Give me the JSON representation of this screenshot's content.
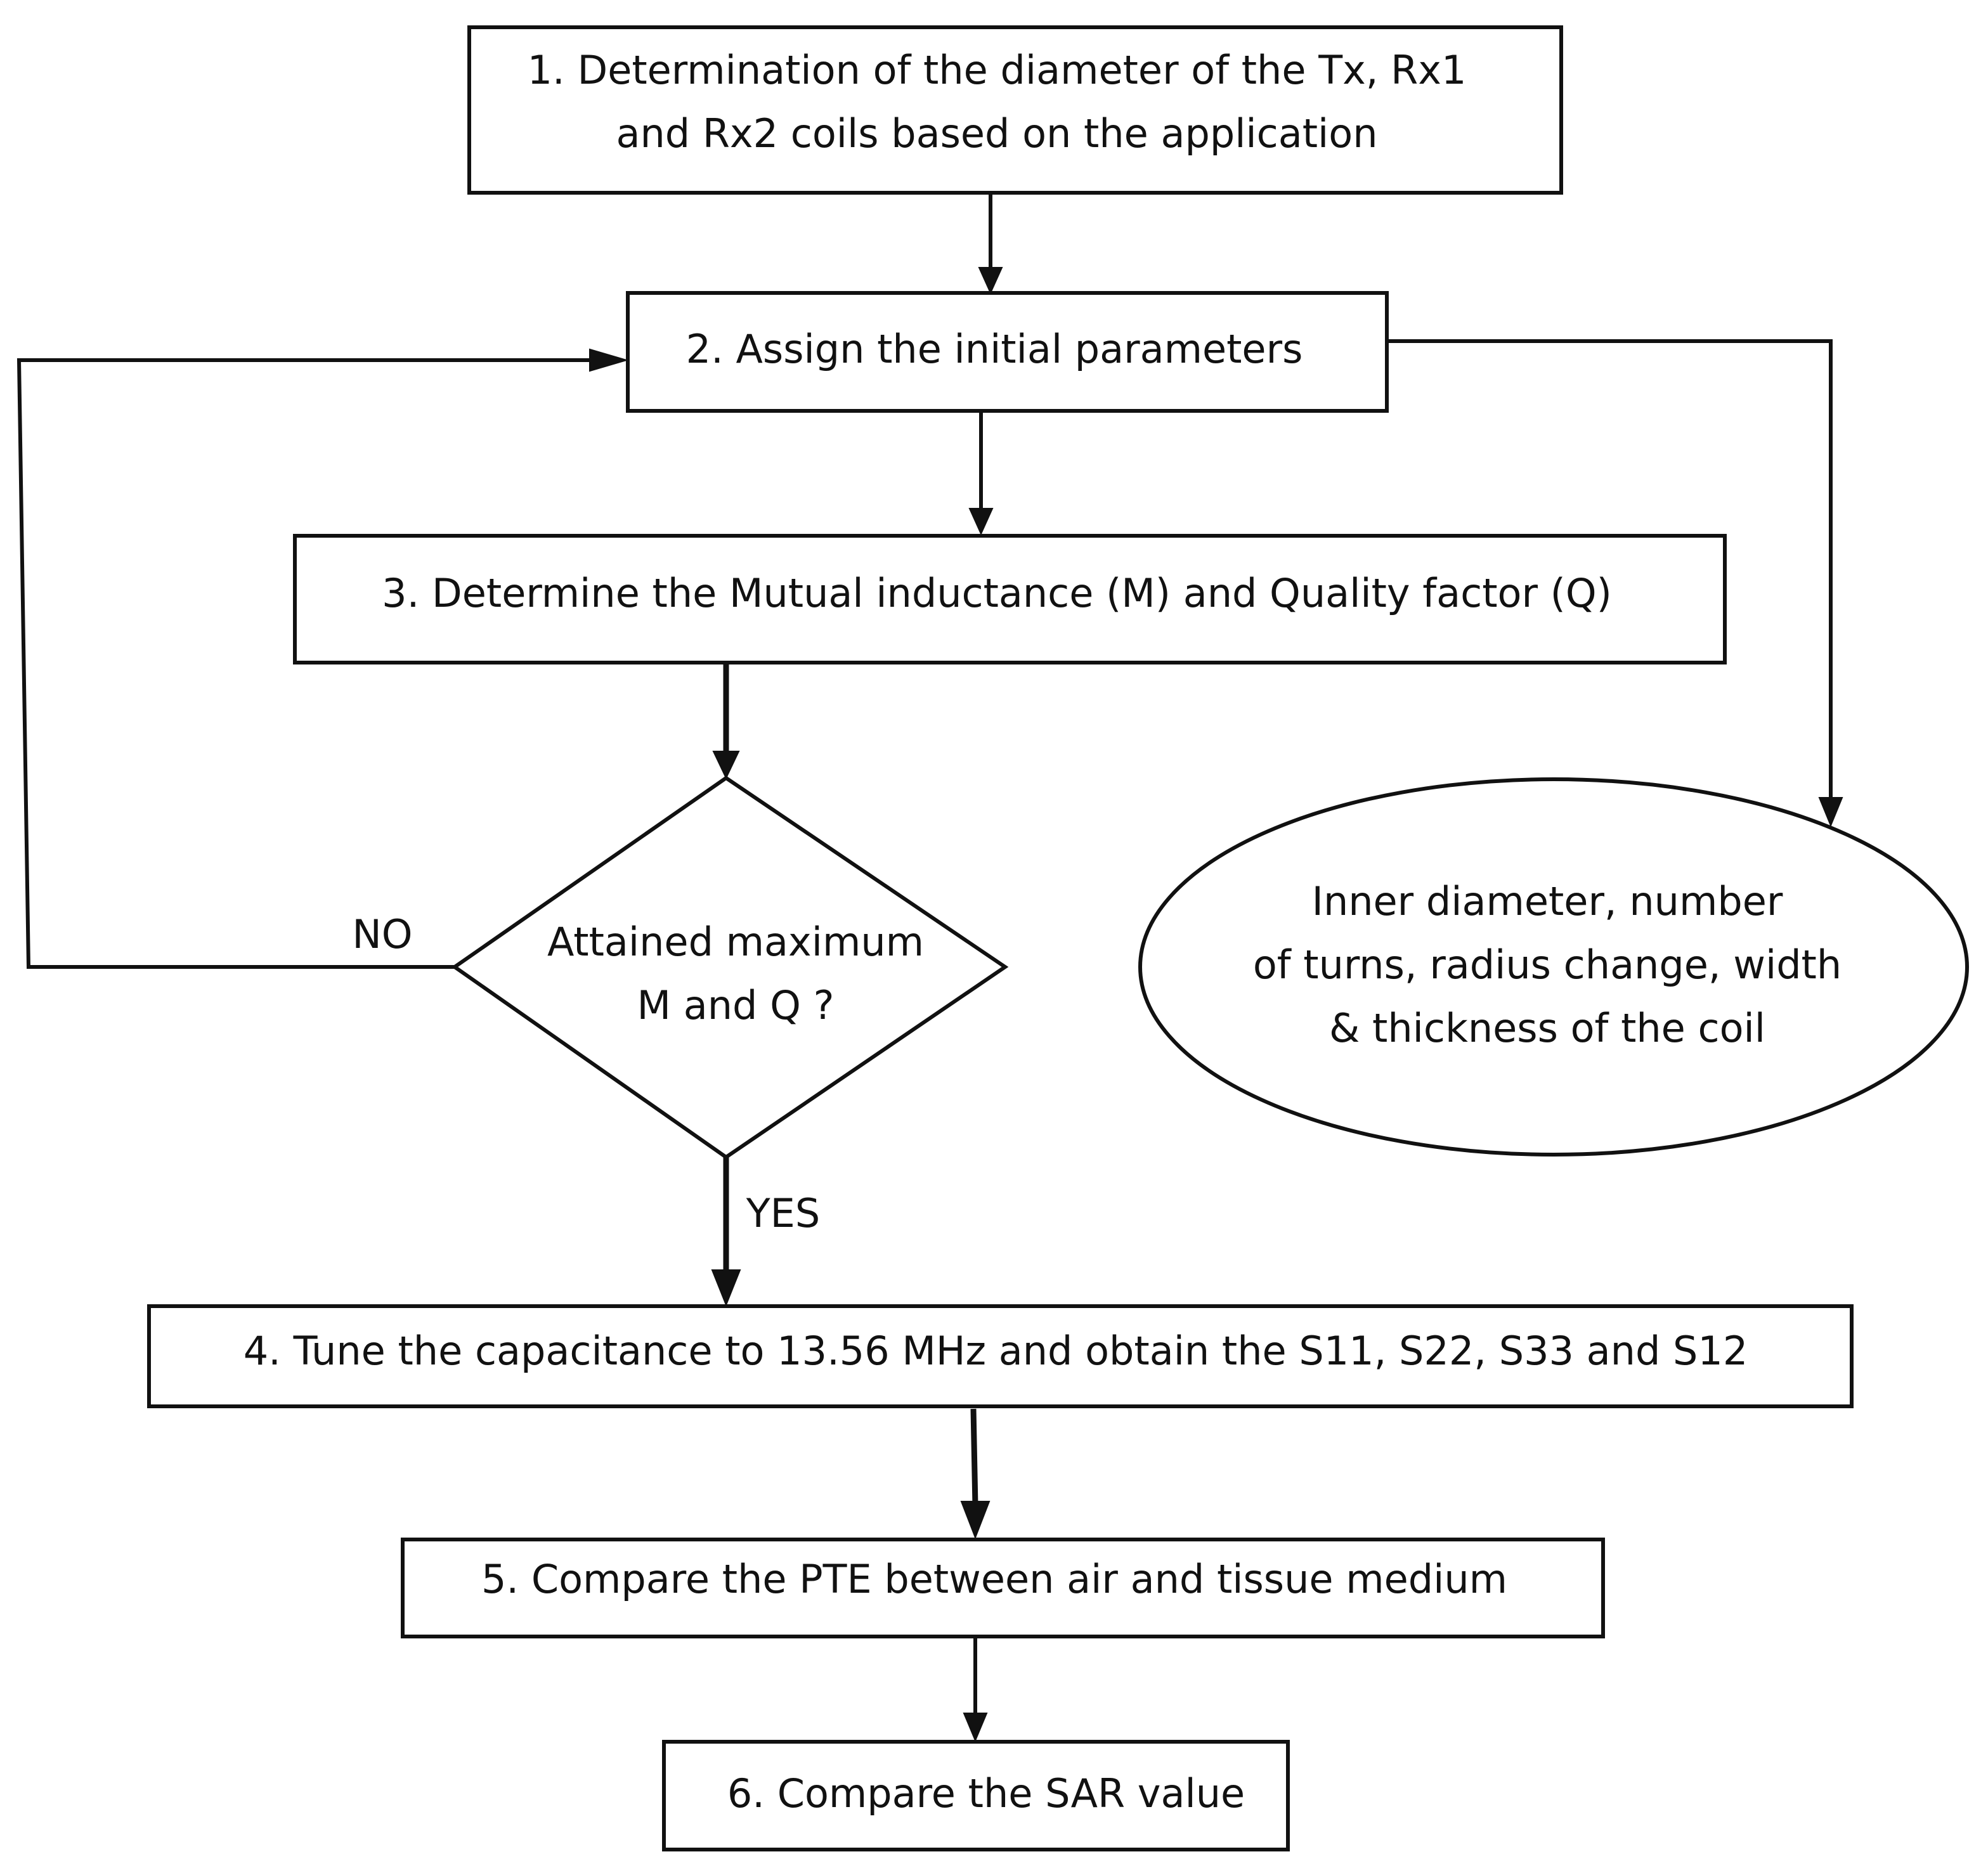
{
  "diagram": {
    "step1": {
      "line1": "1. Determination of the diameter of the Tx, Rx1",
      "line2": "and Rx2 coils based on the application"
    },
    "step2": {
      "label": "2. Assign the initial parameters"
    },
    "step3": {
      "label": "3. Determine the Mutual inductance (M) and Quality factor (Q)"
    },
    "decision": {
      "line1": "Attained maximum",
      "line2": "M and Q ?"
    },
    "parameters": {
      "line1": "Inner diameter, number",
      "line2": "of turns, radius change, width",
      "line3": "& thickness of the coil"
    },
    "step4": {
      "label": "4. Tune the capacitance to 13.56 MHz and obtain the S11, S22, S33 and S12"
    },
    "step5": {
      "label": "5. Compare the PTE between air and tissue medium"
    },
    "step6": {
      "label": "6. Compare the SAR value"
    },
    "no_label": "NO",
    "yes_label": "YES"
  },
  "colors": {
    "stroke": "#111111",
    "fill": "#ffffff",
    "text": "#111111"
  }
}
